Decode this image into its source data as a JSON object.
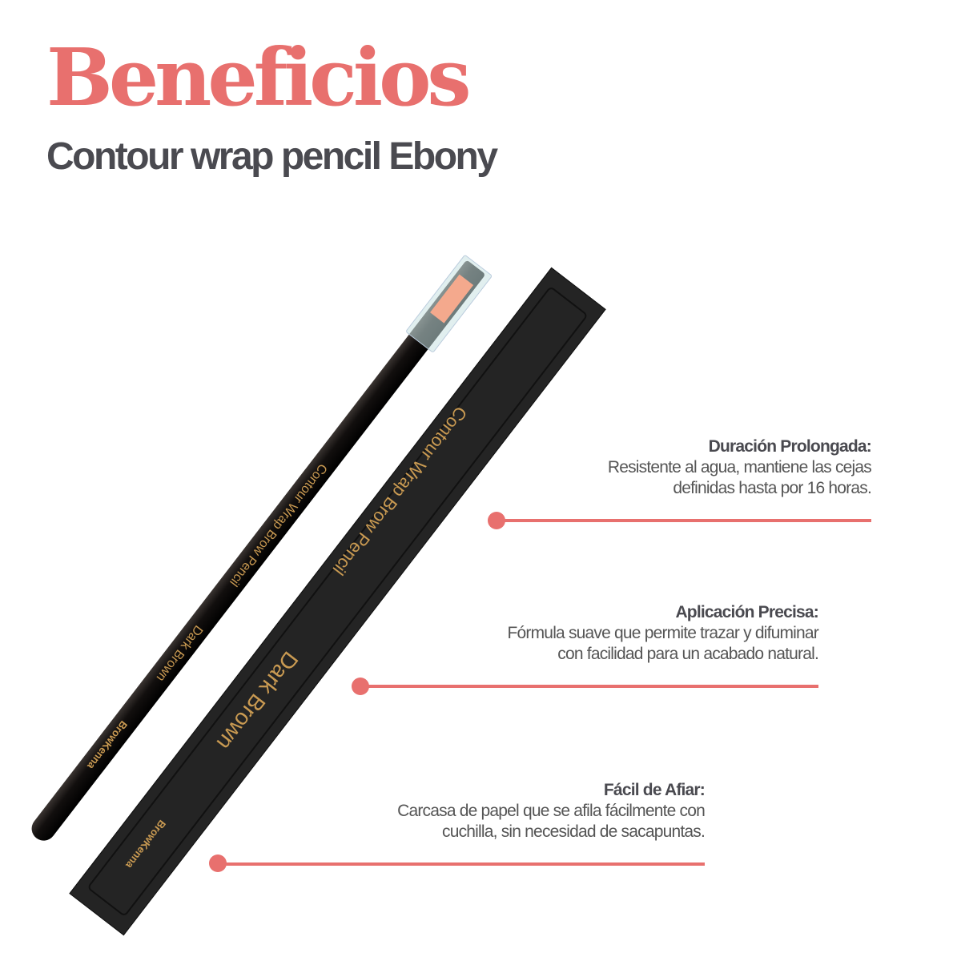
{
  "title": "Beneficios",
  "subtitle": "Contour wrap pencil Ebony",
  "product": {
    "name": "Contour Wrap Brow Pencil",
    "shade": "Dark Brown",
    "brand": "BrowKenna"
  },
  "callouts": [
    {
      "heading": "Duración Prolongada:",
      "line1": "Resistente al agua, mantiene las cejas",
      "line2": "definidas hasta por 16 horas."
    },
    {
      "heading": "Aplicación Precisa:",
      "line1": "Fórmula suave que permite trazar y difuminar",
      "line2": "con facilidad para un acabado natural."
    },
    {
      "heading": "Fácil de Afiar:",
      "line1": "Carcasa de papel que se afila fácilmente con",
      "line2": "cuchilla, sin necesidad de sacapuntas."
    }
  ],
  "colors": {
    "accent": "#e8706e",
    "text": "#4a4a50"
  }
}
